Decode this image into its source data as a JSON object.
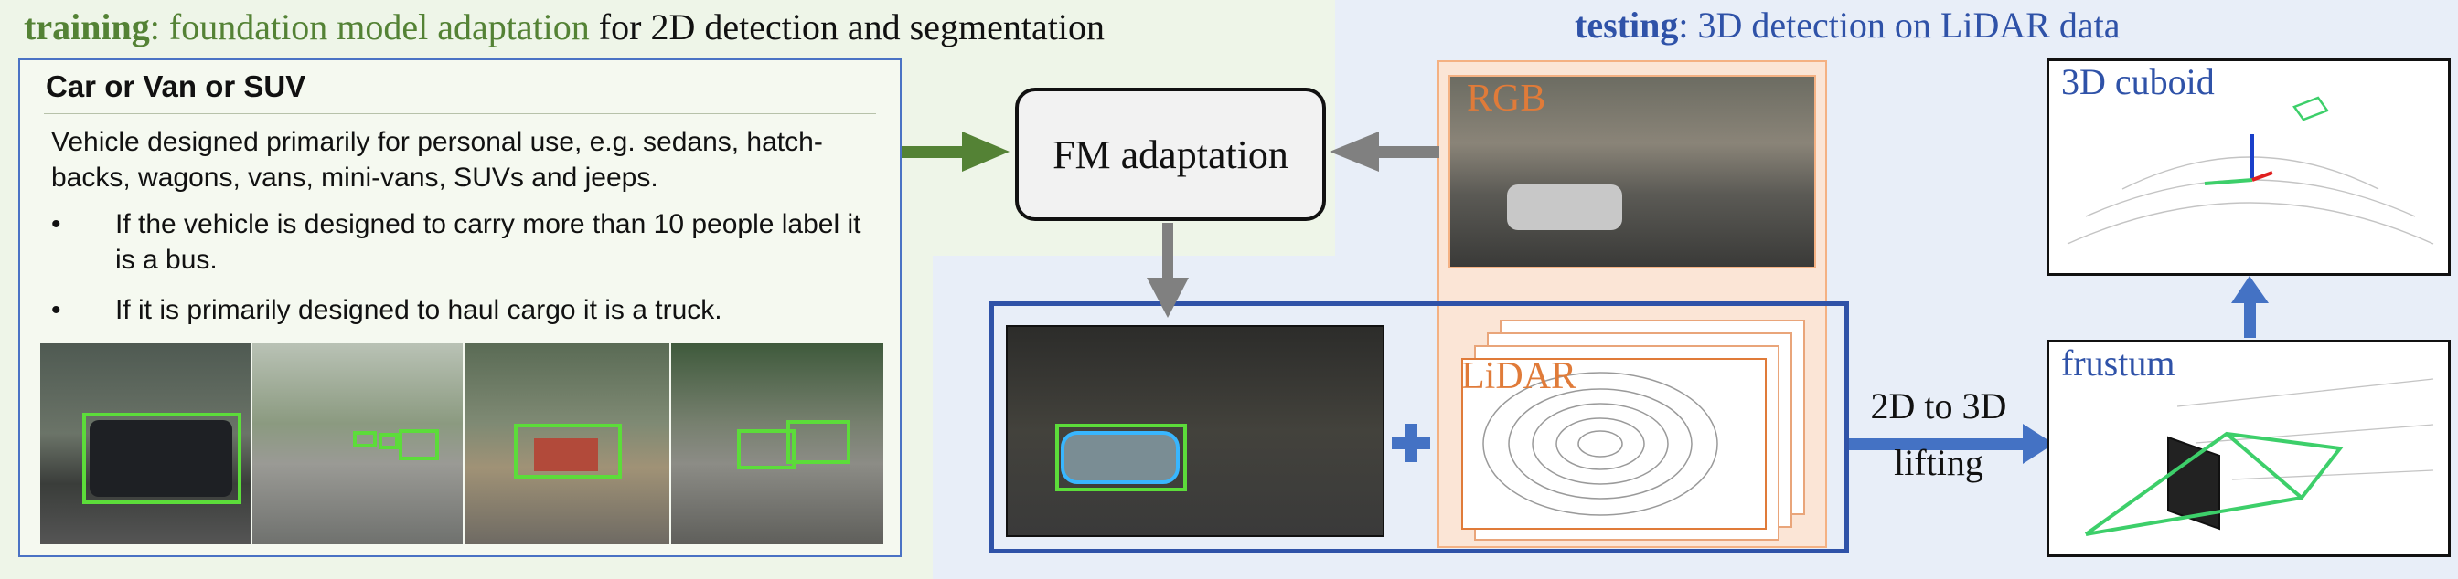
{
  "training_title": {
    "bold": "training",
    "colored": ": foundation model adaptation",
    "rest": " for 2D detection and segmentation"
  },
  "testing_title": {
    "bold": "testing",
    "rest": ": 3D detection on LiDAR data"
  },
  "definition_card": {
    "heading": "Car or Van or SUV",
    "description": "Vehicle designed primarily for personal use, e.g. sedans, hatch-backs, wagons, vans, mini-vans, SUVs and jeeps.",
    "bullets": [
      "If the vehicle is designed to carry more than 10 people label it is a bus.",
      "If it is primarily designed to haul cargo it is a truck."
    ]
  },
  "fm_box": "FM adaptation",
  "rgb_label": "RGB",
  "lidar_label": "LiDAR",
  "lifting_label": {
    "line1": "2D to 3D",
    "line2": "lifting"
  },
  "cuboid_label": "3D cuboid",
  "frustum_label": "frustum",
  "colors": {
    "training_green": "#548235",
    "testing_blue": "#2f52a8",
    "arrow_green": "#548235",
    "arrow_gray": "#808080",
    "arrow_blue": "#4472c4",
    "rgb_orange": "#e07b39",
    "box_green": "#5cdc3a"
  },
  "icons": [
    "plus-icon",
    "arrow-icon"
  ]
}
